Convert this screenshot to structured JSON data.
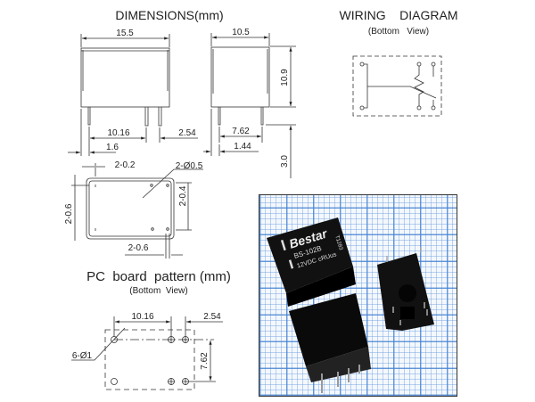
{
  "dimensions": {
    "title": "DIMENSIONS(mm)",
    "width": "15.5",
    "depth": "10.5",
    "height": "10.9",
    "pin_length": "3.0",
    "pin_spacing_long": "10.16",
    "pin_spacing_short": "2.54",
    "pin_offset_front": "1.6",
    "pin_spacing_side": "7.62",
    "pin_offset_side": "1.44",
    "bottom_pin_width": "2-0.2",
    "bottom_hole_dia": "2-Ø0.5",
    "bottom_dim_right": "2-0.4",
    "bottom_dim_left": "2-0.6",
    "bottom_dim_bottom": "2-0.6"
  },
  "wiring": {
    "title": "WIRING    DIAGRAM",
    "subtitle": "(Bottom   View)"
  },
  "pcb": {
    "title": "PC  board  pattern (mm)",
    "subtitle": "(Bottom  View)",
    "spacing_long": "10.16",
    "spacing_short": "2.54",
    "spacing_vertical": "7.62",
    "holes": "6-Ø1"
  },
  "photo": {
    "brand": "Bestar",
    "model": "BS-102B",
    "voltage": "12VDC",
    "cert": "cRUus",
    "date_code": "T1283"
  }
}
